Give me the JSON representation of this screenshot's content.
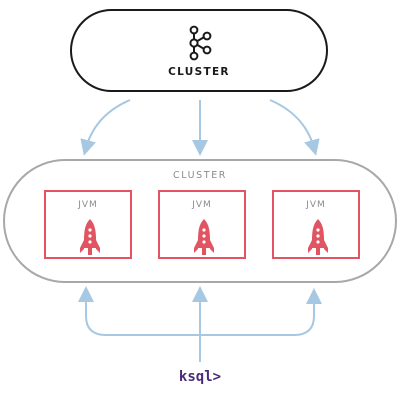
{
  "top_cluster": {
    "label": "CLUSTER",
    "icon": "kafka-icon"
  },
  "inner_cluster": {
    "label": "CLUSTER",
    "nodes": [
      {
        "label": "JVM",
        "icon": "rocket-icon"
      },
      {
        "label": "JVM",
        "icon": "rocket-icon"
      },
      {
        "label": "JVM",
        "icon": "rocket-icon"
      }
    ]
  },
  "client": {
    "label": "ksql>"
  },
  "colors": {
    "top_border": "#1a1a1a",
    "cluster_border": "#a8a8a8",
    "jvm_border": "#e05561",
    "rocket": "#e05561",
    "arrow": "#a7c8e2",
    "label_gray": "#8c8c8c",
    "ksql": "#4b2a7a"
  }
}
